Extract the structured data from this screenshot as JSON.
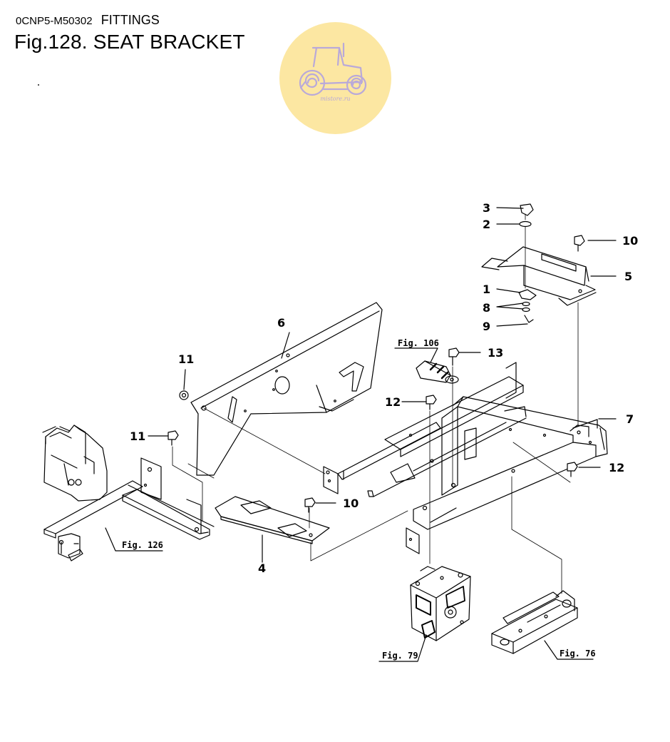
{
  "header": {
    "code": "0CNP5-M50302",
    "category": "FITTINGS",
    "title": "Fig.128.  SEAT BRACKET"
  },
  "logo": {
    "text": "mistore.ru",
    "icon": "tractor-icon"
  },
  "callouts": [
    {
      "id": "c3",
      "label": "3"
    },
    {
      "id": "c2",
      "label": "2"
    },
    {
      "id": "c10a",
      "label": "10"
    },
    {
      "id": "c5",
      "label": "5"
    },
    {
      "id": "c1",
      "label": "1"
    },
    {
      "id": "c8",
      "label": "8"
    },
    {
      "id": "c9",
      "label": "9"
    },
    {
      "id": "c6",
      "label": "6"
    },
    {
      "id": "c13",
      "label": "13"
    },
    {
      "id": "c11a",
      "label": "11"
    },
    {
      "id": "c12a",
      "label": "12"
    },
    {
      "id": "c7",
      "label": "7"
    },
    {
      "id": "c11b",
      "label": "11"
    },
    {
      "id": "c12b",
      "label": "12"
    },
    {
      "id": "c10b",
      "label": "10"
    },
    {
      "id": "c4",
      "label": "4"
    }
  ],
  "references": [
    {
      "id": "r106",
      "label": "Fig. 106"
    },
    {
      "id": "r126",
      "label": "Fig. 126"
    },
    {
      "id": "r79",
      "label": "Fig. 79"
    },
    {
      "id": "r76",
      "label": "Fig. 76"
    }
  ]
}
